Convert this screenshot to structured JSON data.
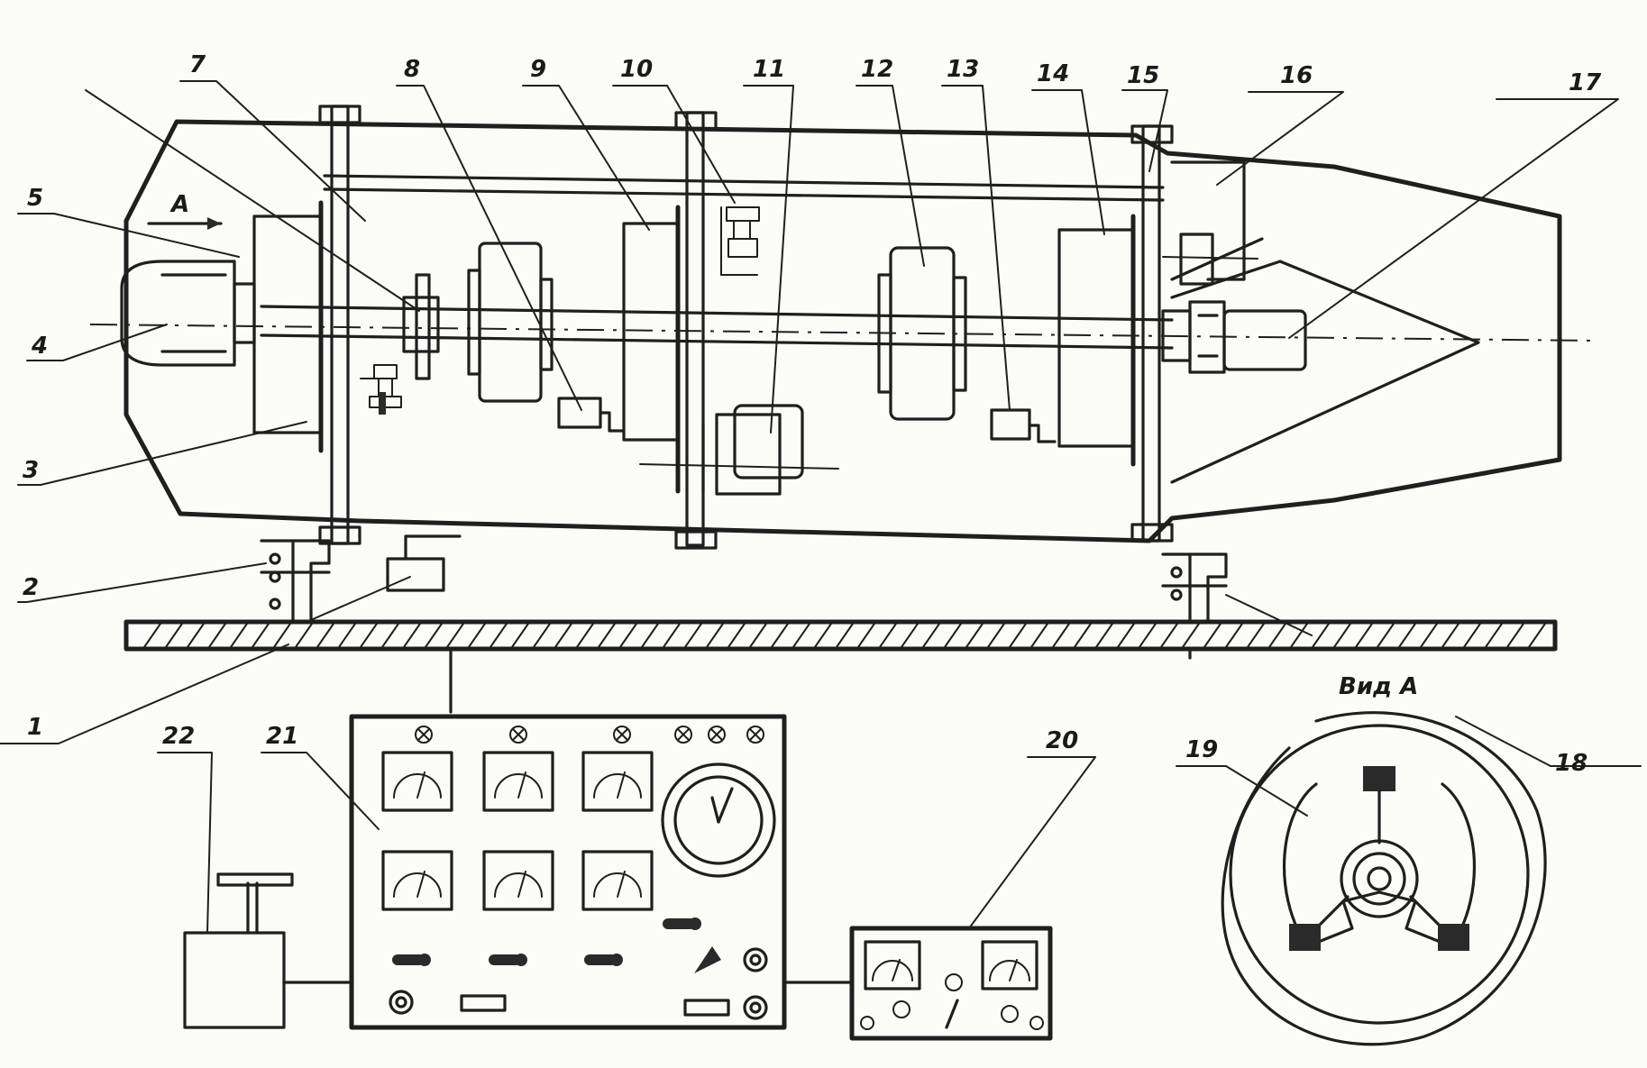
{
  "diagram": {
    "labels": {
      "n1": "1",
      "n2": "2",
      "n3": "3",
      "n4": "4",
      "n5": "5",
      "n7": "7",
      "n8": "8",
      "n9": "9",
      "n10": "10",
      "n11": "11",
      "n12": "12",
      "n13": "13",
      "n14": "14",
      "n15": "15",
      "n16": "16",
      "n17": "17",
      "n18": "18",
      "n19": "19",
      "n20": "20",
      "n21": "21",
      "n22": "22"
    },
    "view_arrow_label": "А",
    "view_title": "Вид А"
  }
}
